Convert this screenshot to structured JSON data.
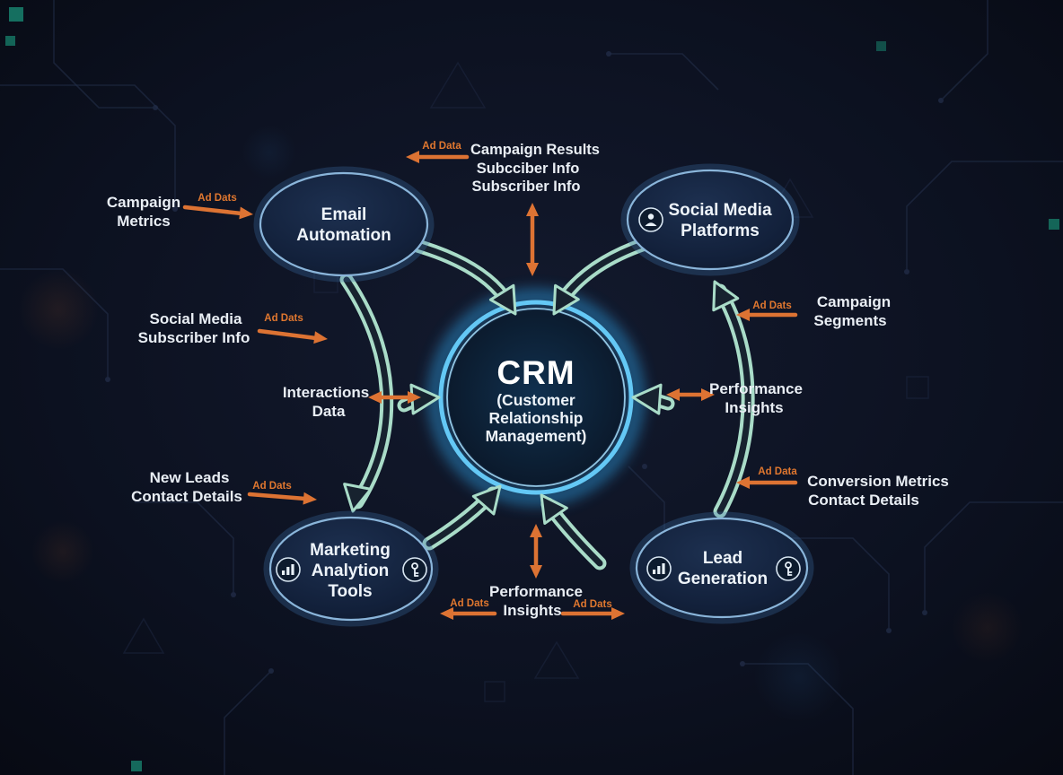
{
  "colors": {
    "background": "#0a0e1a",
    "teal_arrow": "#a9dcc8",
    "orange_arrow": "#dd7333",
    "node_stroke": "#8ab5da",
    "crm_ring": "#55c3ff",
    "text": "#eef4fa"
  },
  "center": {
    "title": "CRM",
    "subtitle_line1": "(Customer",
    "subtitle_line2": "Relationship",
    "subtitle_line3": "Management)"
  },
  "nodes": {
    "email_automation": {
      "line1": "Email",
      "line2": "Automation"
    },
    "social_media": {
      "line1": "Social Media",
      "line2": "Platforms"
    },
    "marketing_analytics": {
      "line1": "Marketing",
      "line2": "Analytion",
      "line3": "Tools"
    },
    "lead_generation": {
      "line1": "Lead",
      "line2": "Generation"
    }
  },
  "labels": {
    "campaign_metrics_line1": "Campaign",
    "campaign_metrics_line2": "Metrics",
    "ad_data_campaign_metrics": "Ad Dats",
    "ad_data_top": "Ad Data",
    "top_line1": "Campaign Results",
    "top_line2": "Subcciber Info",
    "top_line3": "Subscriber Info",
    "social_sub_line1": "Social Media",
    "social_sub_line2": "Subscriber Info",
    "ad_data_social_sub": "Ad Dats",
    "interactions_line1": "Interactions",
    "interactions_line2": "Data",
    "new_leads_line1": "New Leads",
    "new_leads_line2": "Contact Details",
    "ad_data_new_leads": "Ad Dats",
    "campaign_segments_line1": "Campaign",
    "campaign_segments_line2": "Segments",
    "ad_data_campaign_segments": "Ad Dats",
    "performance_right_line1": "Performance",
    "performance_right_line2": "Insights",
    "conversion_line1": "Conversion Metrics",
    "conversion_line2": "Contact Details",
    "ad_data_conversion": "Ad Data",
    "performance_bottom_line1": "Performance",
    "performance_bottom_line2": "Insights",
    "ad_data_bottom_left": "Ad Dats",
    "ad_data_bottom_right": "Ad Dats"
  }
}
